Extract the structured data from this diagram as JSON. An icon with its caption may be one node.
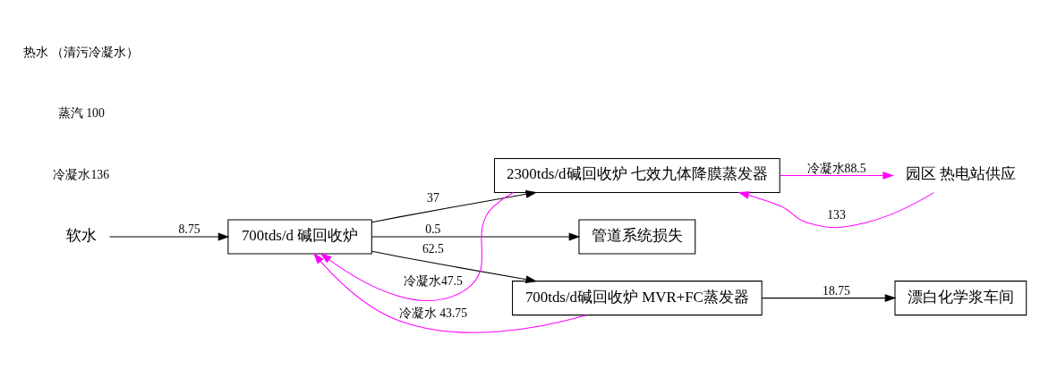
{
  "diagram": {
    "nodes": [
      {
        "text": [
          "软水"
        ]
      },
      {
        "text": [
          "700tds/d 碱回收炉"
        ]
      },
      {
        "text": [
          "2300tds/d碱回收炉 七效九体降膜蒸发器"
        ]
      },
      {
        "text": [
          "管道系统损失"
        ]
      },
      {
        "text": [
          "700tds/d碱回收炉 MVR+FC蒸发器"
        ]
      },
      {
        "text": [
          "漂白化学浆车间"
        ]
      },
      {
        "text": [
          "园区 热电站供应"
        ]
      }
    ],
    "edges": [
      {
        "from": 0,
        "to": 1,
        "arrow": "to",
        "label": "8.75"
      },
      {
        "from": 1,
        "to": 2,
        "arrow": "to",
        "label": "37"
      },
      {
        "from": 1,
        "to": 3,
        "arrow": "to",
        "label": "0.5"
      },
      {
        "from": 1,
        "to": 4,
        "arrow": "to",
        "label": "62.5"
      },
      {
        "from": 4,
        "to": 5,
        "arrow": "to",
        "label": "18.75"
      },
      {
        "from": 6,
        "to": 2,
        "arrow": "to",
        "label": "133",
        "color": "#ff00ff"
      },
      {
        "from": 2,
        "to": 1,
        "arrow": "to",
        "label": "冷凝水47.5",
        "color": "#ff00ff"
      },
      {
        "from": 2,
        "to": 6,
        "arrow": "to",
        "label": "冷凝水88.5",
        "color": "#ff00ff"
      },
      {
        "from": 4,
        "to": 1,
        "arrow": "to",
        "label": "冷凝水 43.75",
        "color": "#ff00ff"
      }
    ],
    "labels": [
      "冷凝水136",
      "蒸汽 100",
      "热水 （清污冷凝水）"
    ]
  }
}
